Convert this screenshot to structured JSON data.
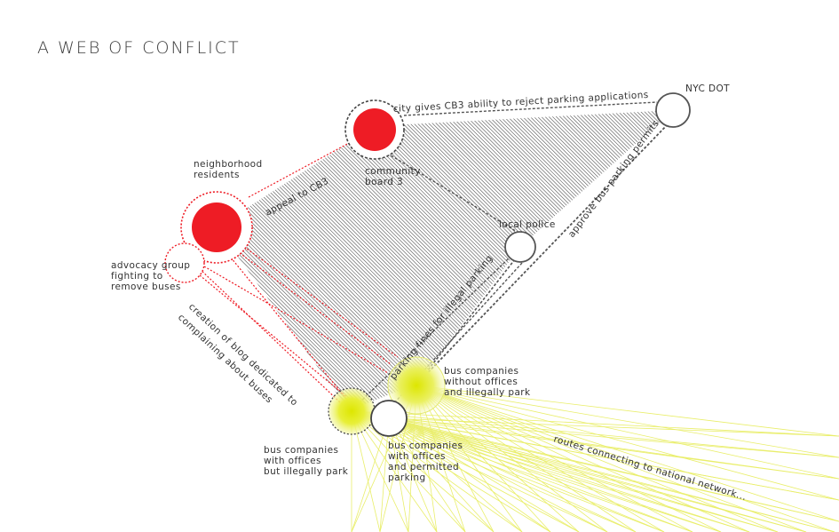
{
  "title": "A WEB OF CONFLICT",
  "colors": {
    "red": "#ee1c25",
    "yellow": "#e8ef3a",
    "yellow_line": "#e9ee6a",
    "hatch": "#555555",
    "dark_line": "#555555"
  },
  "nodes": {
    "nyc_dot": [
      "NYC DOT"
    ],
    "community_board": [
      "community",
      "board 3"
    ],
    "local_police": [
      "local police"
    ],
    "residents": [
      "neighborhood",
      "residents"
    ],
    "advocacy": [
      "advocacy group",
      "fighting to",
      "remove buses"
    ],
    "bus_offices_illegal": [
      "bus companies",
      "with offices",
      "but illegally park"
    ],
    "bus_offices_permitted": [
      "bus companies",
      "with offices",
      "and permitted",
      "parking"
    ],
    "bus_no_offices": [
      "bus companies",
      "without offices",
      "and illegally park"
    ]
  },
  "edges": {
    "city_gives": "city gives CB3 ability to reject parking applications",
    "approve_permits": "approve bus parking permits",
    "appeal": "appeal to CB3",
    "fines": "parking fines for illegal parking",
    "blog_1": "creation of blog dedicated to",
    "blog_2": "complaining about buses",
    "routes": "routes connecting to national network..."
  }
}
